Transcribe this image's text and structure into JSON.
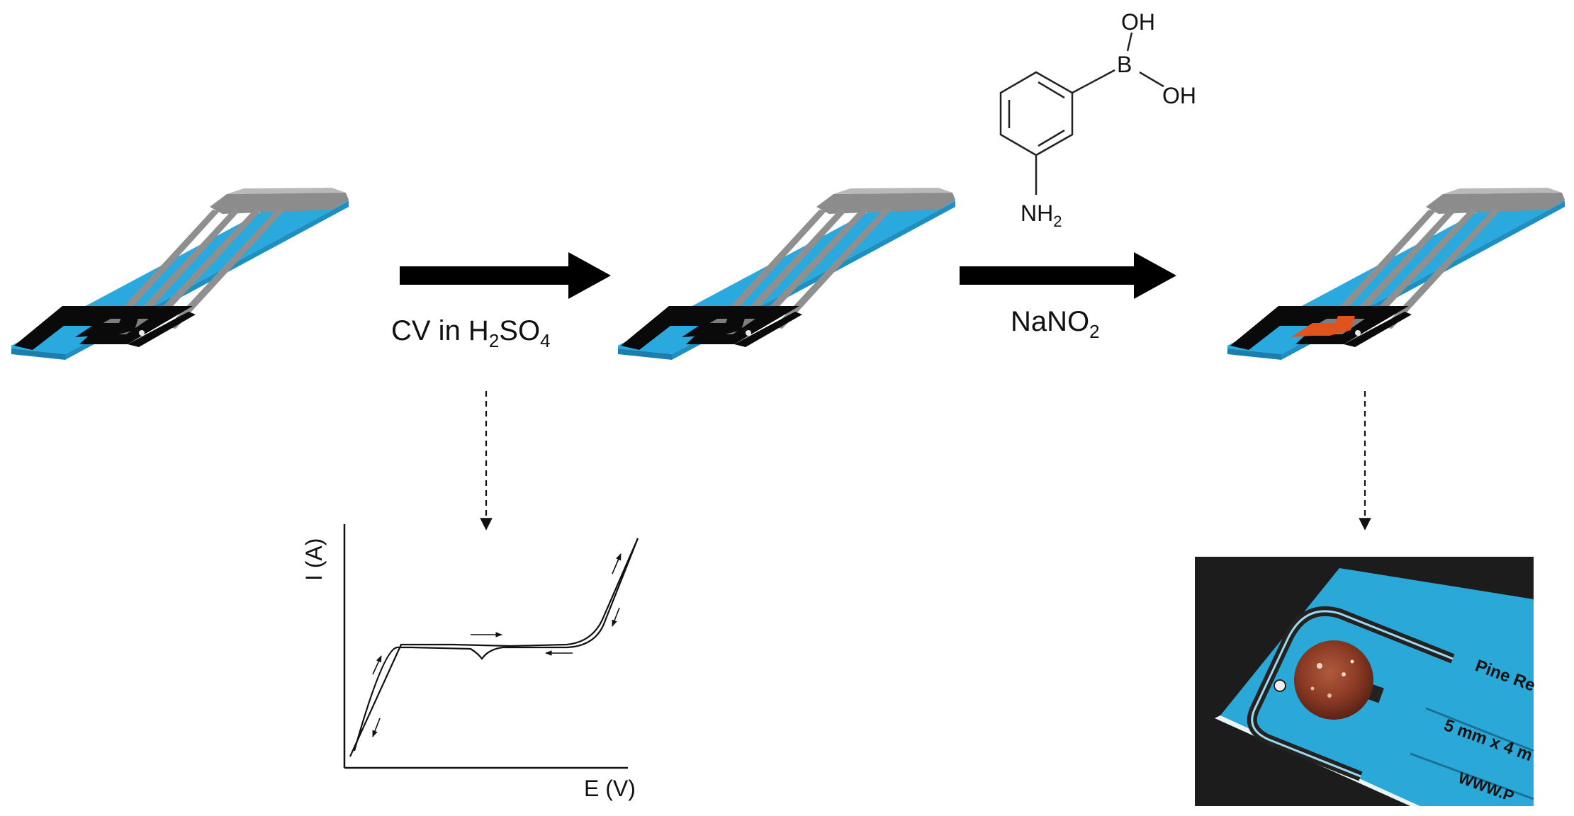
{
  "steps": [
    {
      "reagent_main": "CV in H",
      "reagent_sub1": "2",
      "reagent_mid": "SO",
      "reagent_sub2": "4"
    },
    {
      "reagent_main": "NaNO",
      "reagent_sub1": "2"
    }
  ],
  "molecule": {
    "oh_top": "OH",
    "boron": "B",
    "oh_right": "OH",
    "amine": "NH",
    "amine_sub": "2"
  },
  "voltammogram": {
    "ylabel": "I (A)",
    "xlabel": "E (V)"
  },
  "photo": {
    "label_line1": "Pine Re",
    "label_line2": "5 mm x 4 m",
    "label_line3": "WWW.P"
  },
  "colors": {
    "electrode_blue": "#29a9de",
    "electrode_black": "#0a0a0a",
    "trace_gray": "#9a9a9a",
    "modified_orange": "#e0531d",
    "photo_bg": "#1c1c1c"
  }
}
